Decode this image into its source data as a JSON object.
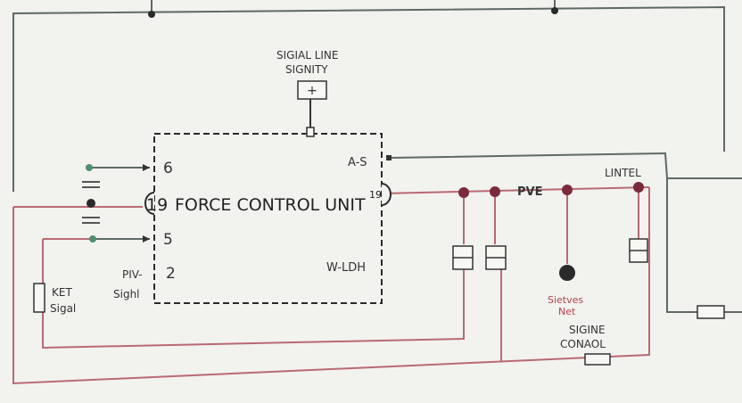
{
  "colors": {
    "wire_dark": "#5e6a66",
    "wire_red": "#b86a72",
    "wire_green": "#4f8f70",
    "node_dark": "#2a2a2a",
    "node_red": "#7a2a3a",
    "label_red": "#b8404c"
  },
  "top_label": {
    "line1": "SIGIAL LINE",
    "line2": "SIGNITY",
    "symbol": "+"
  },
  "unit": {
    "title": "FORCE CONTROL UNIT",
    "left_pin_number": "19",
    "right_pin_number": "19"
  },
  "pins_left": [
    {
      "num": "6"
    },
    {
      "num": "5"
    },
    {
      "num": "2",
      "label_line1": "PIV-",
      "label_line2": "Sighl"
    }
  ],
  "pins_right": [
    {
      "label": "A-S"
    },
    {
      "label": "W-LDH"
    }
  ],
  "labels": {
    "pve": "PVE",
    "lintel": "LINTEL",
    "sensor_line1": "Sietves",
    "sensor_line2": "Net",
    "signal_line1": "SIGINE",
    "signal_line2": "CONAOL",
    "ket_line1": "KET",
    "ket_line2": "Sigal"
  }
}
